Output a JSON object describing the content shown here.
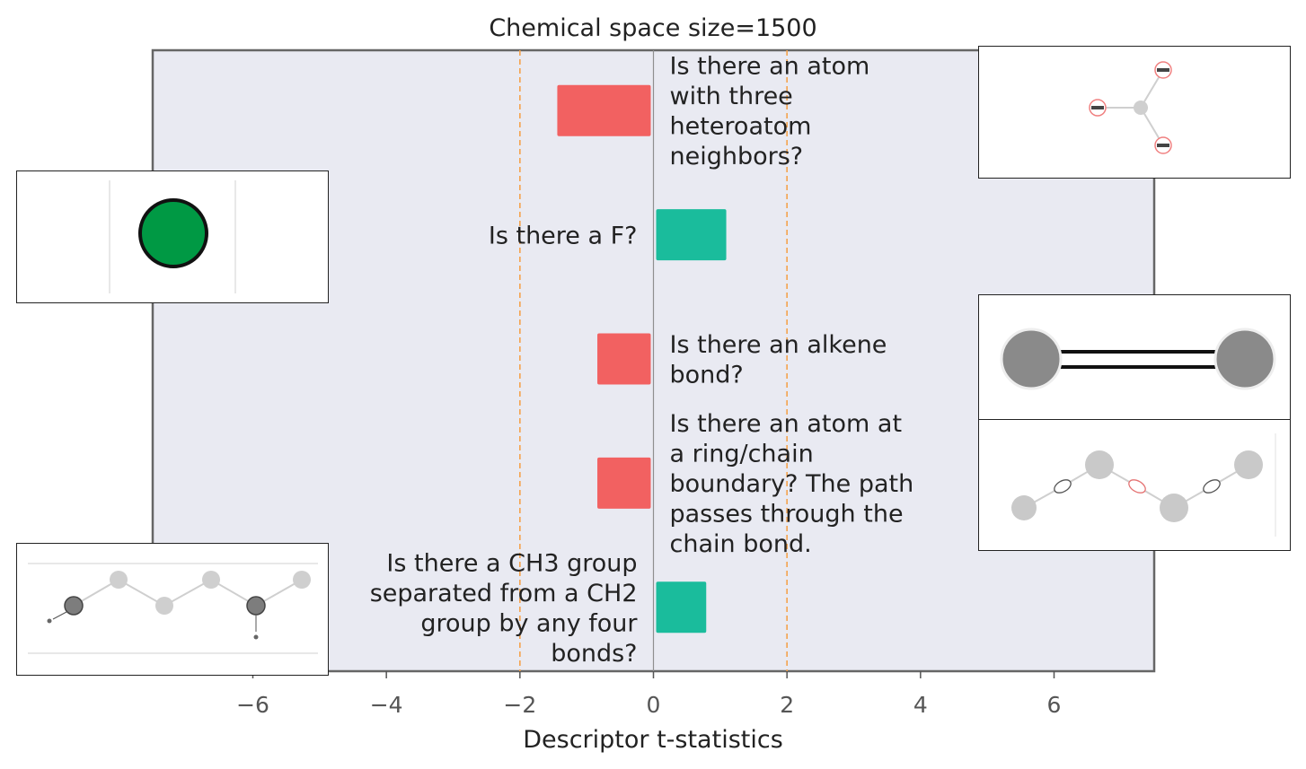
{
  "chart_data": {
    "type": "bar",
    "orientation": "horizontal",
    "title": "Chemical space size=1500",
    "xlabel": "Descriptor t-statistics",
    "ylabel": "",
    "xlim": [
      -7.5,
      7.5
    ],
    "xticks": [
      -6,
      -4,
      -2,
      0,
      2,
      4,
      6
    ],
    "xtick_labels": [
      "−6",
      "−4",
      "−2",
      "0",
      "2",
      "4",
      "6"
    ],
    "reference_lines": [
      -2,
      2
    ],
    "grid": false,
    "colors": {
      "negative": "#f26161",
      "positive": "#1abc9c",
      "reference": "#f5a34c",
      "background": "#e9eaf2"
    },
    "bars": [
      {
        "label": [
          "Is there an atom",
          "with three",
          "heteroatom",
          "neighbors?"
        ],
        "value": -1.4
      },
      {
        "label": [
          "Is there a F?"
        ],
        "value": 1.05
      },
      {
        "label": [
          "Is there an alkene",
          "bond?"
        ],
        "value": -0.8
      },
      {
        "label": [
          "Is there an atom at",
          "a ring/chain",
          "boundary? The path",
          "passes through the",
          "chain bond."
        ],
        "value": -0.8
      },
      {
        "label": [
          "Is there a CH3 group",
          "separated from a CH2",
          "group by any four",
          "bonds?"
        ],
        "value": 0.75
      }
    ]
  },
  "insets": {
    "fluorine": {
      "atom_color": "#009944"
    },
    "alkene": {
      "atom_color": "#8a8a8a"
    }
  }
}
